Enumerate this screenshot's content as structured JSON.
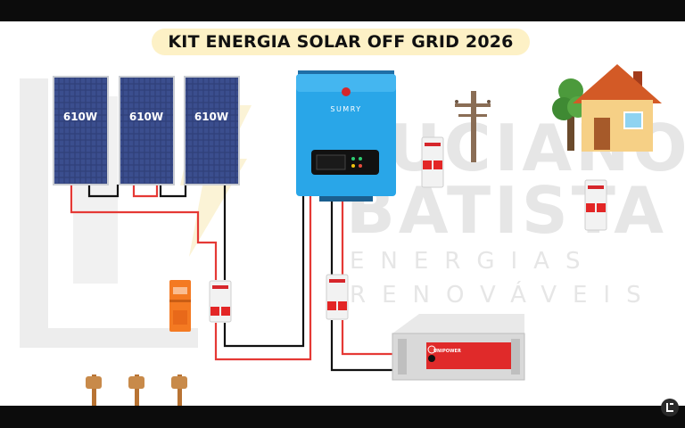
{
  "title": "KIT ENERGIA SOLAR OFF GRID 2026",
  "solar_panels": [
    {
      "power": "610W"
    },
    {
      "power": "610W"
    },
    {
      "power": "610W"
    }
  ],
  "inverter": {
    "brand": "SUMRY"
  },
  "battery": {
    "brand": "UNIPOWER"
  },
  "watermark": {
    "name": "LUCIANO",
    "surname": "BATISTA",
    "line1": "ENERGIAS",
    "line2": "RENOVÁVEIS"
  },
  "colors": {
    "wire_positive": "#e53935",
    "wire_negative": "#111111",
    "inverter_body": "#29a6e8",
    "title_background": "#fdf1c6",
    "breaker_red": "#e32626",
    "surge_protector": "#f47a22"
  },
  "icons": [
    "house-icon",
    "tree-icon",
    "utility-pole-icon",
    "ground-rod-icon",
    "breaker-icon",
    "surge-protector-icon",
    "corner-logo-icon"
  ]
}
